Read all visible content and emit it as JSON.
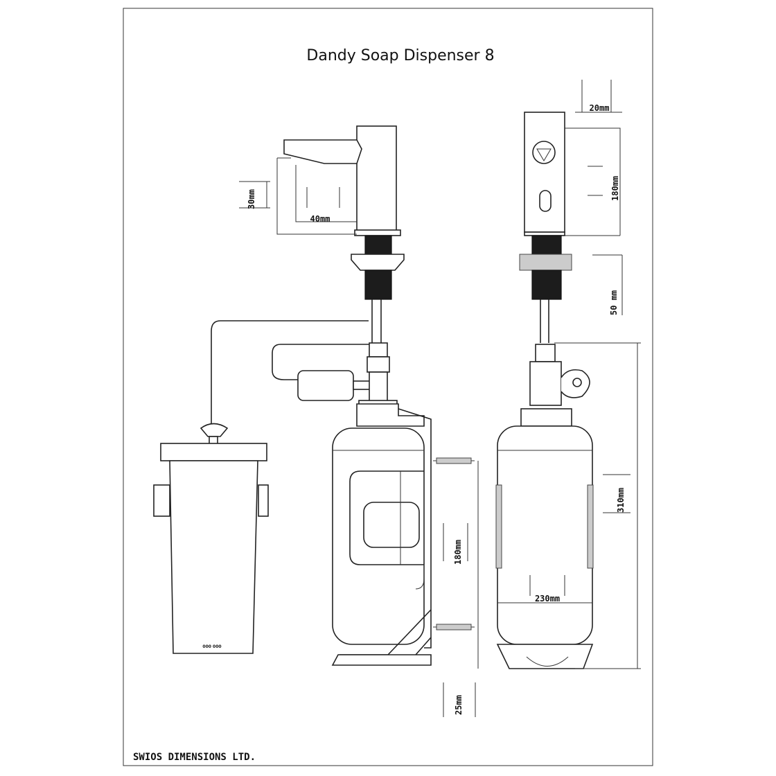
{
  "title": "Dandy Soap Dispenser 8",
  "footer": "SWIOS DIMENSIONS LTD.",
  "refill_label": "000 000",
  "dimensions": {
    "spout_depth": "40mm",
    "spout_height": "30mm",
    "top_width": "20mm",
    "body_height": "180mm",
    "stem_length": "50 mm",
    "bottle_height": "180mm",
    "bracket_offset": "25mm",
    "bottle_width": "230mm",
    "overall_height": "310mm"
  },
  "colors": {
    "line": "#222222",
    "fill_dark": "#1c1c1c",
    "paper": "#ffffff"
  }
}
